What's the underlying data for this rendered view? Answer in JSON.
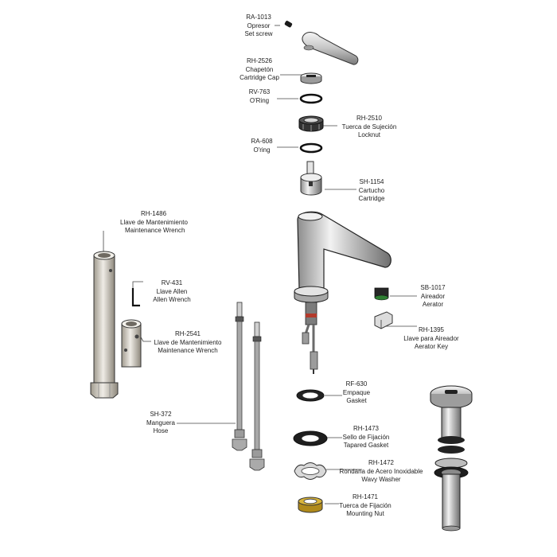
{
  "parts": {
    "ra1013": {
      "code": "RA-1013",
      "es": "Opresor",
      "en": "Set screw"
    },
    "rh2526": {
      "code": "RH-2526",
      "es": "Chapetón",
      "en": "Cartridge Cap"
    },
    "rv763": {
      "code": "RV-763",
      "en": "O'Ring"
    },
    "rh2510": {
      "code": "RH-2510",
      "es": "Tuerca de Sujeción",
      "en": "Locknut"
    },
    "ra608": {
      "code": "RA-608",
      "en": "O'ring"
    },
    "sh1154": {
      "code": "SH-1154",
      "es": "Cartucho",
      "en": "Cartridge"
    },
    "rh1486": {
      "code": "RH-1486",
      "es": "Llave de Mantenimiento",
      "en": "Maintenance Wrench"
    },
    "rv431": {
      "code": "RV-431",
      "es": "Llave Allen",
      "en": "Allen Wrench"
    },
    "rh2541": {
      "code": "RH-2541",
      "es": "Llave de Mantenimiento",
      "en": "Maintenance Wrench"
    },
    "sb1017": {
      "code": "SB-1017",
      "es": "Aireador",
      "en": "Aerator"
    },
    "rh1395": {
      "code": "RH-1395",
      "es": "Llave para Aireador",
      "en": "Aerator Key"
    },
    "rf630": {
      "code": "RF-630",
      "es": "Empaque",
      "en": "Gasket"
    },
    "sh372": {
      "code": "SH-372",
      "es": "Manguera",
      "en": "Hose"
    },
    "rh1473": {
      "code": "RH-1473",
      "es": "Sello de Fijación",
      "en": "Tapared Gasket"
    },
    "rh1472": {
      "code": "RH-1472",
      "es": "Rondana de Acero Inoxidable",
      "en": "Wavy Washer"
    },
    "rh1471": {
      "code": "RH-1471",
      "es": "Tuerca de Fijación",
      "en": "Mounting Nut"
    }
  },
  "colors": {
    "metal": "#c9c9c9",
    "metal_dark": "#6f6f6f",
    "line": "#333333",
    "brass": "#c9a227",
    "rubber": "#1e1e1e",
    "green": "#2e7d32"
  }
}
